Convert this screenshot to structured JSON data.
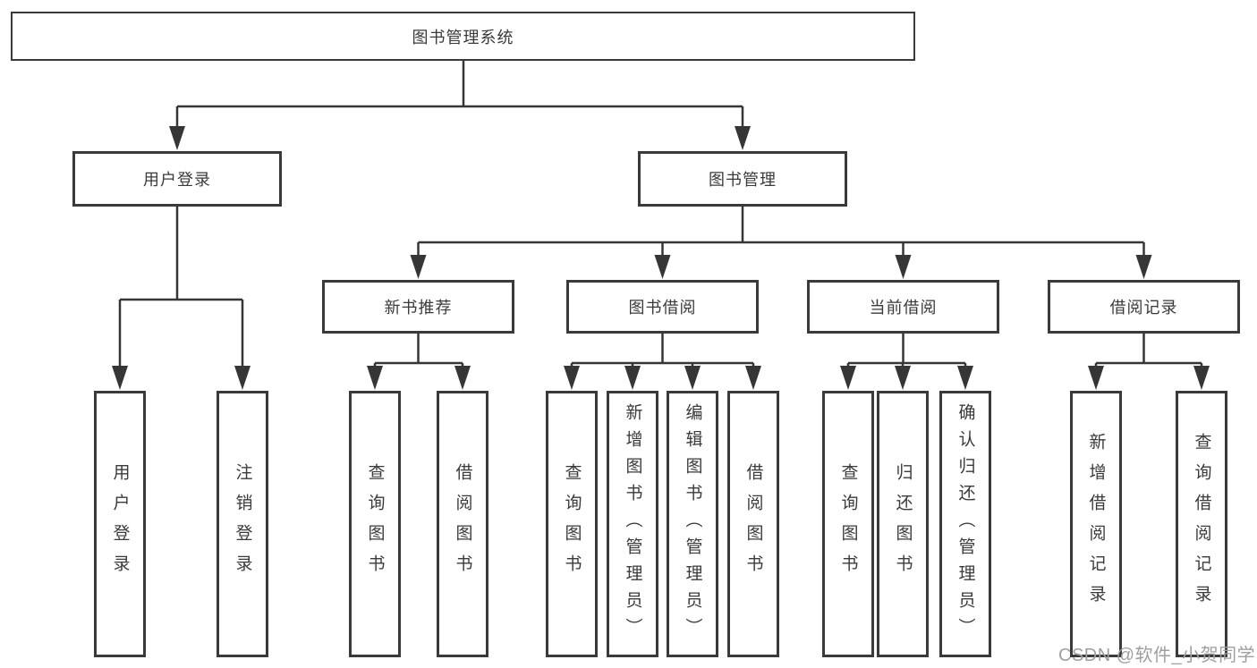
{
  "tree": {
    "root": {
      "label": "图书管理系统",
      "children": [
        {
          "label": "用户登录",
          "children": [
            {
              "label": "用户登录"
            },
            {
              "label": "注销登录"
            }
          ]
        },
        {
          "label": "图书管理",
          "children": [
            {
              "label": "新书推荐",
              "children": [
                {
                  "label": "查询图书"
                },
                {
                  "label": "借阅图书"
                }
              ]
            },
            {
              "label": "图书借阅",
              "children": [
                {
                  "label": "查询图书"
                },
                {
                  "label": "新增图书（管理员）"
                },
                {
                  "label": "编辑图书（管理员）"
                },
                {
                  "label": "借阅图书"
                }
              ]
            },
            {
              "label": "当前借阅",
              "children": [
                {
                  "label": "查询图书"
                },
                {
                  "label": "归还图书"
                },
                {
                  "label": "确认归还（管理员）"
                }
              ]
            },
            {
              "label": "借阅记录",
              "children": [
                {
                  "label": "新增借阅记录"
                },
                {
                  "label": "查询借阅记录"
                }
              ]
            }
          ]
        }
      ]
    }
  },
  "watermark": {
    "text": "CSDN @软件_小贺同学"
  },
  "colors": {
    "line": "#363636",
    "text": "#3a3a3a",
    "box_background": "#ffffff",
    "watermark": "#9f9f9f"
  }
}
